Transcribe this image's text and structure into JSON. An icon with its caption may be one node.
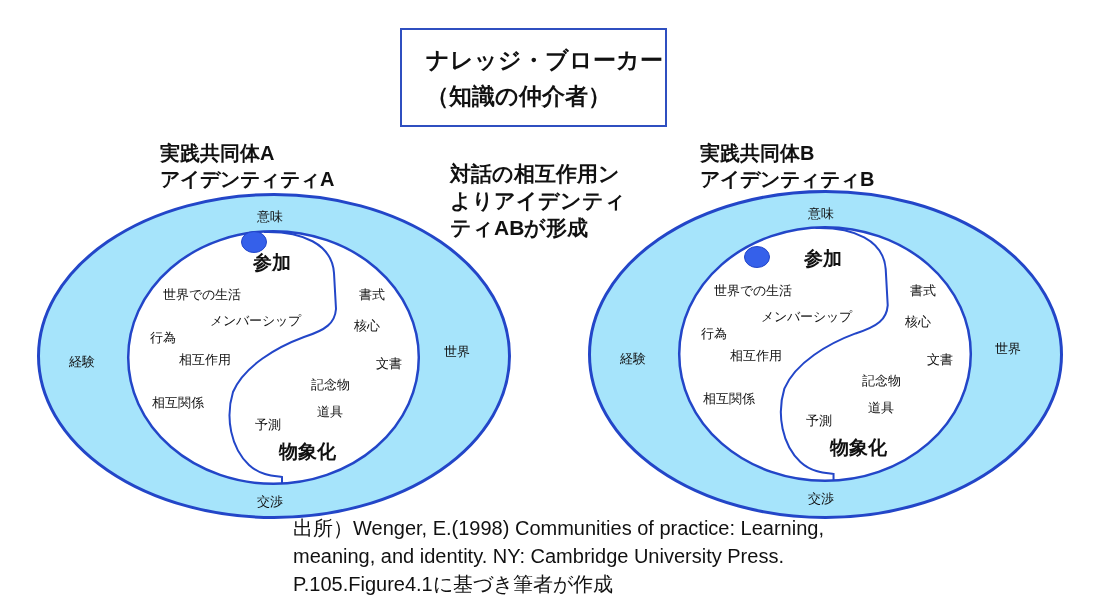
{
  "diagram": {
    "caption": "出所）Wenger, E.(1998) Communities of practice: Learning, meaning, and identity. NY: Cambridge University Press. P.105.Figure4.1に基づき筆者が作成",
    "nodes": [
      {
        "text": [
          "ナレッジ・ブローカー（知識の仲介者）"
        ]
      },
      {
        "text": [
          "実践共同体A アイデンティティA",
          "意味",
          "経験",
          "世界",
          "交渉"
        ]
      },
      {
        "text": [
          "参加",
          "世界での生活",
          "書式",
          "メンバーシップ",
          "核心",
          "行為",
          "相互作用",
          "文書",
          "記念物",
          "相互関係",
          "道具",
          "予測",
          "物象化"
        ],
        "in": 1
      },
      {
        "text": [
          "実践共同体B アイデンティティB",
          "意味",
          "経験",
          "世界",
          "交渉"
        ]
      },
      {
        "text": [
          "参加",
          "世界での生活",
          "書式",
          "メンバーシップ",
          "核心",
          "行為",
          "相互作用",
          "文書",
          "記念物",
          "相互関係",
          "道具",
          "予測",
          "物象化"
        ],
        "in": 3
      }
    ],
    "labels": [
      "対話の相互作用ンよりアイデンティティABが形成"
    ]
  }
}
